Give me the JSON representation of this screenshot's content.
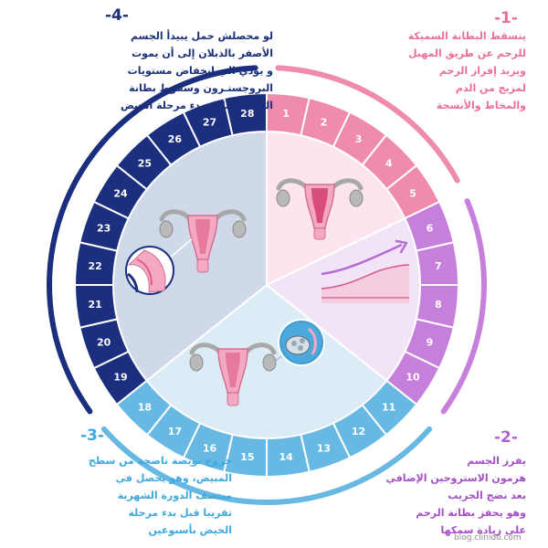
{
  "colors": {
    "pink": "#f08bb0",
    "pink_sector": "#fde4ee",
    "purple": "#c77fdc",
    "purple_sector": "#f2e4f7",
    "blue": "#67b9e3",
    "blue_sector": "#dcecf6",
    "navy": "#1b2f7e",
    "navy_sector": "#cfd9ea",
    "uterus_pink": "#ef8fb0",
    "ovary_gray": "#a8a8a8"
  },
  "phases": [
    {
      "number": "-1-",
      "lines": [
        "يتسقط البطانة السميكة",
        "للرحم عن طريق المهبل",
        "ويزيد إفراز الرحم",
        "لمزيج من الدم",
        "والمخاط والأنسجة"
      ]
    },
    {
      "number": "-2-",
      "lines": [
        "يفرز الجسم",
        "هرمون الاستروجين الإضافي",
        "بعد نضج الجريب",
        "وهو يحفز بطانة الرحم",
        "على زيادة سمكها"
      ]
    },
    {
      "number": "-3-",
      "lines": [
        "خروج بويضة ناضجة من سطح",
        "المبيض، وهو يحصل في",
        "منتصف الدورة الشهرية",
        "تقريبا قبل بدء مرحلة",
        "الحيض بأسبوعين"
      ]
    },
    {
      "number": "-4-",
      "lines": [
        "لو محصلش حمل  يبيدأ الجسم",
        "الأصفر بالذبلان إلى أن يموت",
        "و يؤدي الي انخفاض مستويات",
        "البروجستـرون وسقوط بطانة",
        "الرحم بالتالي بدء مرحلة الحيض"
      ]
    }
  ],
  "days": [
    "1",
    "2",
    "3",
    "4",
    "5",
    "6",
    "7",
    "8",
    "9",
    "10",
    "11",
    "12",
    "13",
    "14",
    "15",
    "16",
    "17",
    "18",
    "19",
    "20",
    "21",
    "22",
    "23",
    "24",
    "25",
    "26",
    "27",
    "28"
  ],
  "watermark": "blog.clinido.com"
}
